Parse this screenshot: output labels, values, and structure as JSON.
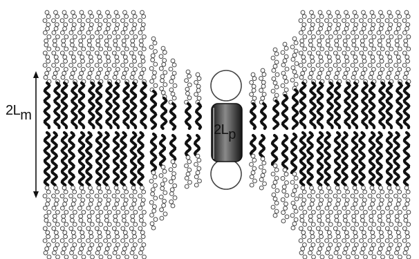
{
  "diagram": {
    "labels": {
      "membrane_thickness": {
        "main": "2L",
        "sub": "m"
      },
      "peptide_length": {
        "main": "2L",
        "sub": "p"
      }
    },
    "colors": {
      "background": "#ffffff",
      "hydrophobic_tail": "#111111",
      "headgroup_outline": "#444444",
      "headgroup_fill": "#ffffff",
      "peptide_dark": "#151515",
      "peptide_light": "#8a8a8a"
    }
  }
}
